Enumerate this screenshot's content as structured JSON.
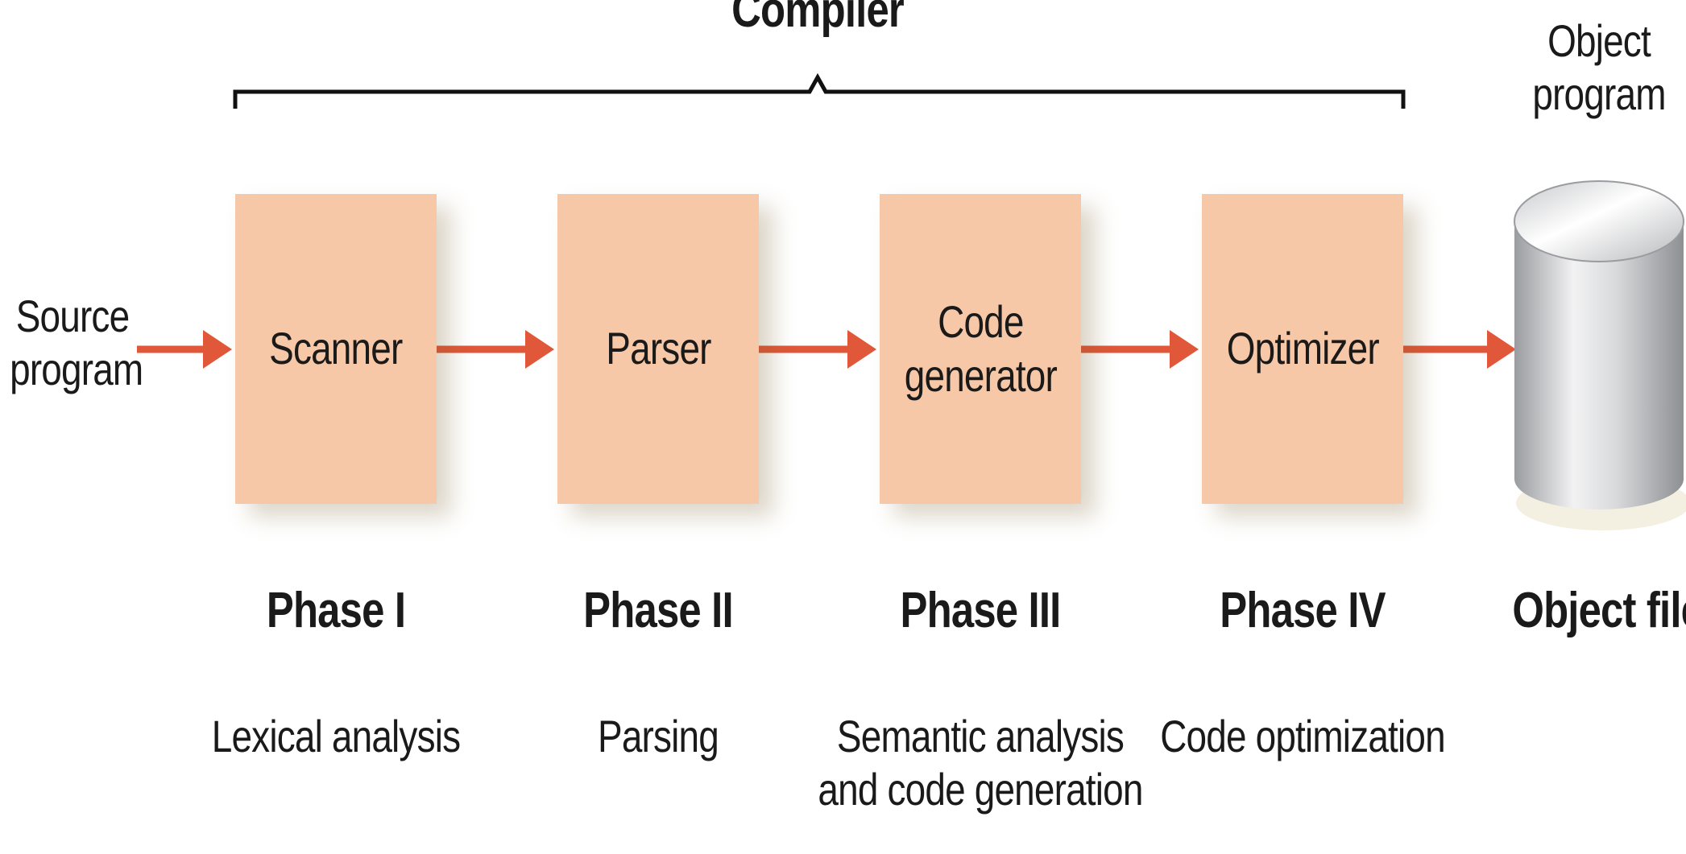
{
  "compiler_label": "Compiler",
  "source": {
    "line1": "Source",
    "line2": "program"
  },
  "object_program": {
    "line1": "Object",
    "line2": "program"
  },
  "stages": [
    {
      "box_lines": [
        "Scanner"
      ],
      "phase": "Phase I",
      "desc_lines": [
        "Lexical analysis"
      ]
    },
    {
      "box_lines": [
        "Parser"
      ],
      "phase": "Phase II",
      "desc_lines": [
        "Parsing"
      ]
    },
    {
      "box_lines": [
        "Code",
        "generator"
      ],
      "phase": "Phase III",
      "desc_lines": [
        "Semantic analysis",
        "and code generation"
      ]
    },
    {
      "box_lines": [
        "Optimizer"
      ],
      "phase": "Phase IV",
      "desc_lines": [
        "Code optimization"
      ]
    }
  ],
  "object_file_label": "Object file",
  "colors": {
    "box_fill": "#f7c8a8",
    "arrow": "#e0573a",
    "text": "#1a1a1a"
  },
  "icons": {
    "object_store": "cylinder-icon"
  }
}
